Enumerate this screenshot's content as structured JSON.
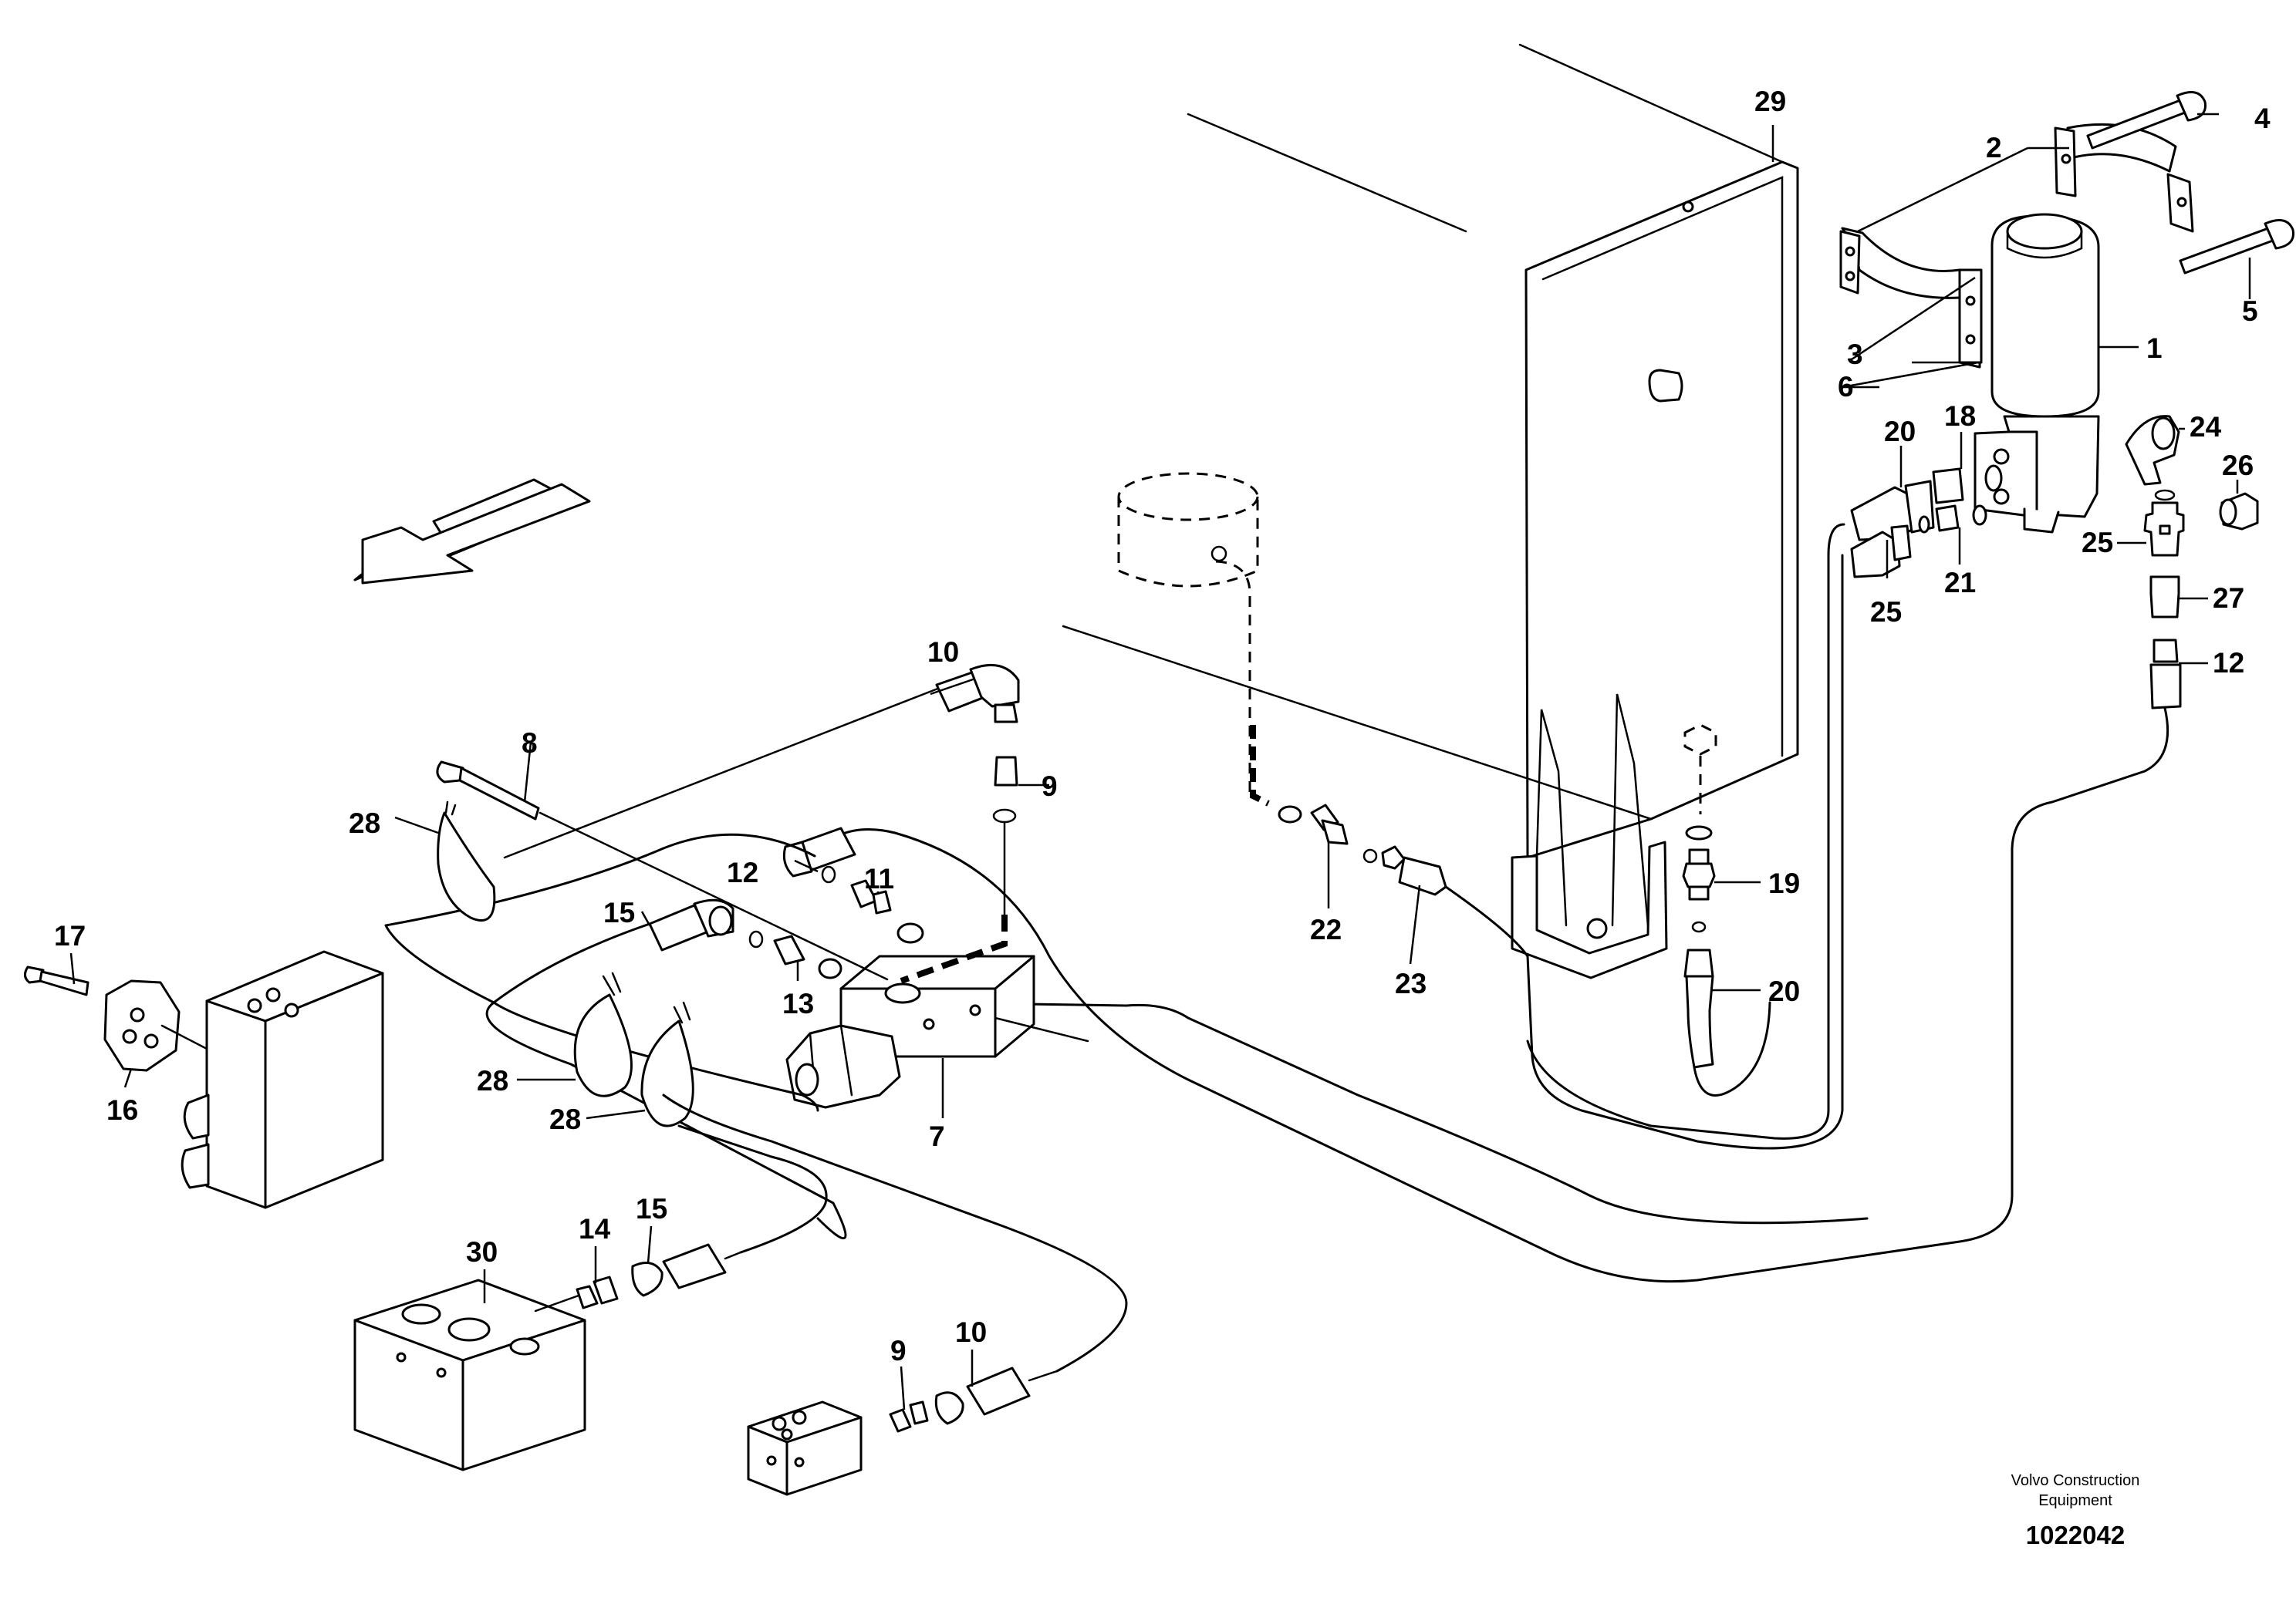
{
  "callouts": {
    "c1": "1",
    "c2": "2",
    "c3": "3",
    "c4": "4",
    "c5": "5",
    "c6": "6",
    "c7": "7",
    "c8": "8",
    "c9a": "9",
    "c9b": "9",
    "c10a": "10",
    "c10b": "10",
    "c11": "11",
    "c12a": "12",
    "c12b": "12",
    "c13": "13",
    "c14": "14",
    "c15a": "15",
    "c15b": "15",
    "c16": "16",
    "c17": "17",
    "c18": "18",
    "c19": "19",
    "c20a": "20",
    "c20b": "20",
    "c21": "21",
    "c22": "22",
    "c23": "23",
    "c24": "24",
    "c25a": "25",
    "c25b": "25",
    "c26": "26",
    "c27": "27",
    "c28a": "28",
    "c28b": "28",
    "c28c": "28",
    "c29": "29",
    "c30": "30"
  },
  "credit": {
    "line1": "Volvo Construction",
    "line2": "Equipment",
    "drawing_number": "1022042"
  },
  "icons": {
    "direction_arrow": "forward-direction-arrow-icon"
  }
}
